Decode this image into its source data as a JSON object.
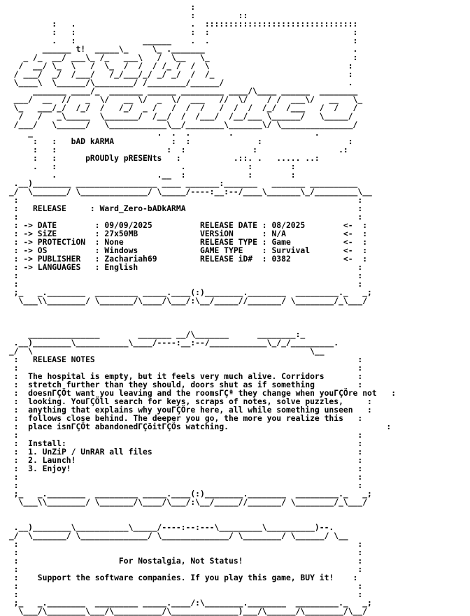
{
  "nfo": {
    "lines": [
      "                                       :",
      "                                       :         ::",
      "          :   .                        .  ::::::::::::::::::::::::::::::::",
      "          :   :                        :  :                              :",
      "          .   :              ______    .  .                              :",
      "        ______ t!  _____\\_     \\_ ._______                               .",
      "    _ /_  __/ ___\\_ /_   ___\\   /  \\__   \\_                              :",
      "   /  __/ \\_  \\   /  \\_  /  /  / /_ /  /  \\                             :",
      "  / ___/  _/  /___/   /_/___/_/ _/ _/  /  /_                            :",
      "  \\____\\  \\______/\\________/ /________/______/                          .",
      "      _______ ____/_  _______ ______ _________ ____/\\____ ______  ________",
      "  ___/  __  //   _  \\/   __ \\/  _  \\/  ___   //  \\/    / /  ___\\/   __   \\_",
      "  \\_   ___/_/  /_/  /   /_/  _ /   /  /  /   /  /  /  /_/  /___   /  /   /",
      "   /   /   _\\_____  \\_______/  /__/  /  /___/  /__/___ \\______/   \\_____/",
      "  /___/   \\______/   \\____________\\__/________\\_______\\/ \\_______________/",
      "     _                          .  .  .        .                 .",
      "      :   :   bAD kARMA            :  :              :                  :",
      "      :   :                       :  :              :                 .:",
      "      :   :      pROUDly pRESENts   :           .::. .   ..... ..:",
      "      .   :                          .             :        :",
      "          .                     .__  :             :        :",
      "  .__)________ _________________ ____ _______:_______   _______ __________",
      " _/  \\_______/ \\______________/ \\_____/----:__:--/____\\_______\\_/_________\\__",
      "  :                                                                       :",
      "  :   RELEASE     : Ward_Zero-bADkARMA                                    :",
      "  :                                                                       :",
      "  : -> DATE        : 09/09/2025          RELEASE DATE : 08/2025        <-  :",
      "  : -> SiZE        : 27x50MB             VERSiON      : N/A            <-  :",
      "  : -> PROTECTiON  : None                RELEASE TYPE : Game           <-  :",
      "  : -> OS          : Windows             GAME TYPE    : Survival       <-  :",
      "  : -> PUBLISHER   : Zachariah69         RELEASE iD#  : 0382           <-  :",
      "  : -> LANGUAGES   : English                                              :",
      "  :                                                                       :",
      "  :                                                                       :",
      "  ;_   _.________  _________ _____.____(:)________.________  _________._   _;",
      "   \\___\\\\________/ \\_______/\\____/\\___/:\\__/_____//_______/ \\________/_\\___/",
      "",
      "",
      "",
      "     _______________        _______ __/\\_______      ________:_",
      "  .__)________\\___________\\____/----:__:--/____________\\_/_/_________.",
      " _/  \\                                                          \\__",
      "  :   RELEASE NOTES                                                       :",
      "  :                                                                       :",
      "  :  The hospital is empty, but it feels very much alive. Corridors       :",
      "  :  stretch further than they should, doors shut as if something         :",
      "  :  doesnΓÇÖt want you leaving and the roomsΓÇª they change when youΓÇÖre not   :",
      "  :  looking. YouΓÇÖll search for keys, scraps of notes, solve puzzles,     :",
      "  :  anything that explains why youΓÇÖre here, all while something unseen   :",
      "  :  follows close behind. The deeper you go, the more you realize this   :",
      "  :  place isnΓÇÖt abandonedΓÇöitΓÇÖs watching.                                 :",
      "  :                                                                       :",
      "  :  Install:                                                             :",
      "  :  1. UnZiP / UnRAR all files                                           :",
      "  :  2. Launch!                                                           :",
      "  :  3. Enjoy!                                                            :",
      "  :                                                                       :",
      "  :                                                                       :",
      "  ;_   _.________  _________ _____.____(:)________.________  _________._   _;",
      "   \\___\\\\________/ \\_______/\\____/\\___/:\\__/_____//_______/ \\________/_\\___/",
      "",
      "",
      "  .__)________\\___________\\_____/----:--:---\\_________\\__________)--.",
      " _/  \\_______/ \\______________/ \\______________/ \\________/ \\______/ \\__",
      "  :                                                                       :",
      "  :                                                                       :",
      "  :                     For Nostalgia, Not Status!                        :",
      "  :                                                                       :",
      "  :    Support the software companies. If you play this game, BUY it!    :",
      "  :                                                                       :",
      "  :                                                                       :",
      "  ;_   _.________  _________ _____.____/:\\________.________  _________._   _;",
      "   \\___/\\________\\___/\\__________/\\______________)___/\\______/\\________/\\__/"
    ]
  }
}
